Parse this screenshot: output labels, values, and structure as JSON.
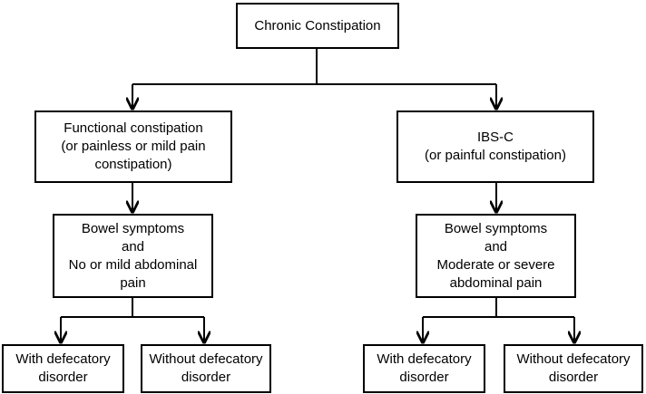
{
  "diagram": {
    "root": {
      "label": "Chronic Constipation"
    },
    "left": {
      "category": {
        "lines": [
          "Functional constipation",
          "(or painless or mild pain",
          "constipation)"
        ]
      },
      "symptoms": {
        "lines": [
          "Bowel symptoms",
          "and",
          "No or mild abdominal",
          "pain"
        ]
      },
      "leaves": [
        {
          "lines": [
            "With defecatory",
            "disorder"
          ]
        },
        {
          "lines": [
            "Without defecatory",
            "disorder"
          ]
        }
      ]
    },
    "right": {
      "category": {
        "lines": [
          "IBS-C",
          "(or painful constipation)"
        ]
      },
      "symptoms": {
        "lines": [
          "Bowel symptoms",
          "and",
          "Moderate or severe",
          "abdominal pain"
        ]
      },
      "leaves": [
        {
          "lines": [
            "With defecatory",
            "disorder"
          ]
        },
        {
          "lines": [
            "Without defecatory",
            "disorder"
          ]
        }
      ]
    }
  }
}
